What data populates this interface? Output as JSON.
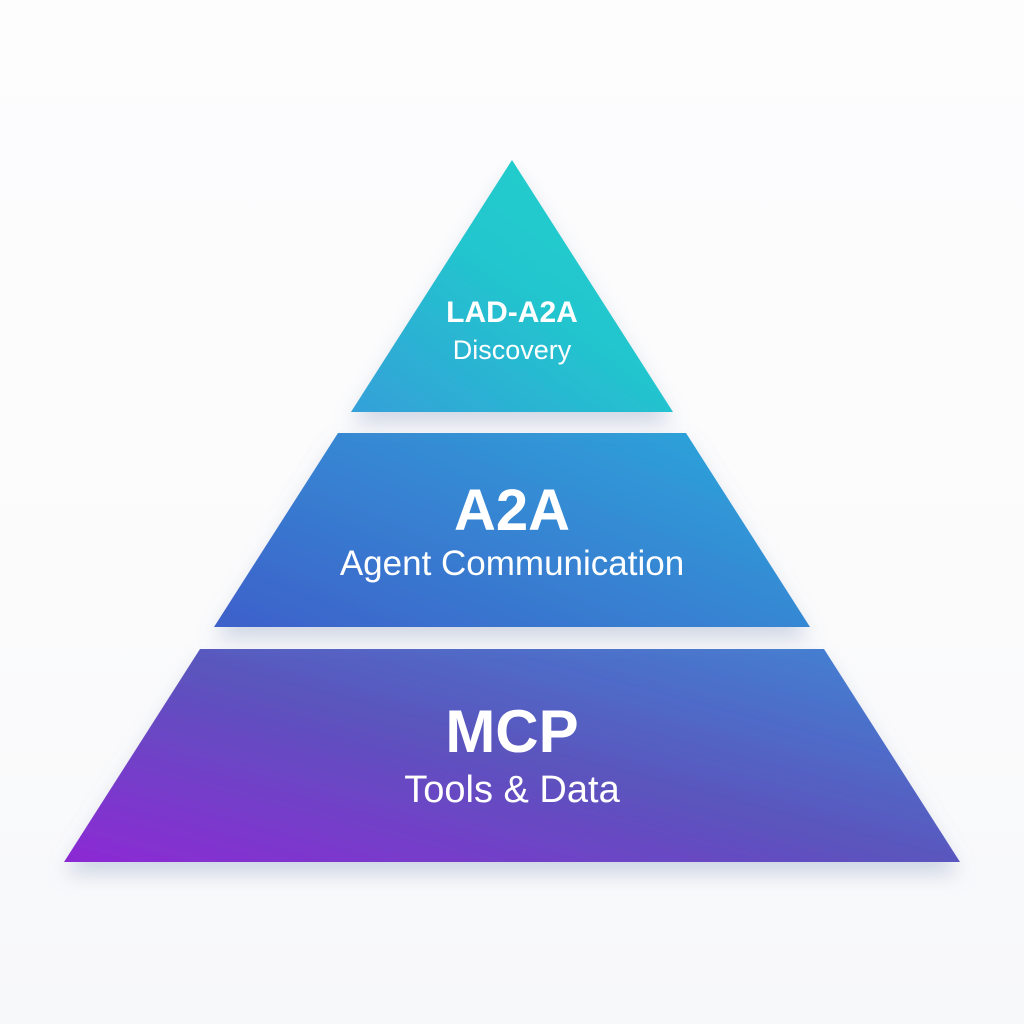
{
  "diagram_type": "pyramid",
  "background": "#fdfdfe",
  "text_color": "#ffffff",
  "tiers": {
    "top": {
      "label": "LAD-A2A",
      "sublabel": "Discovery",
      "gradient": {
        "from": "#34a0d8",
        "mid": "#22c6ce",
        "to": "#1ed0cb"
      }
    },
    "middle": {
      "label": "A2A",
      "sublabel": "Agent Communication",
      "gradient": {
        "from": "#3c63cb",
        "mid": "#3687d3",
        "to": "#2aa6da"
      }
    },
    "bottom": {
      "label": "MCP",
      "sublabel": "Tools & Data",
      "gradient": {
        "from": "#8a2bd3",
        "mid": "#5b54bd",
        "to": "#4184d4"
      }
    }
  }
}
